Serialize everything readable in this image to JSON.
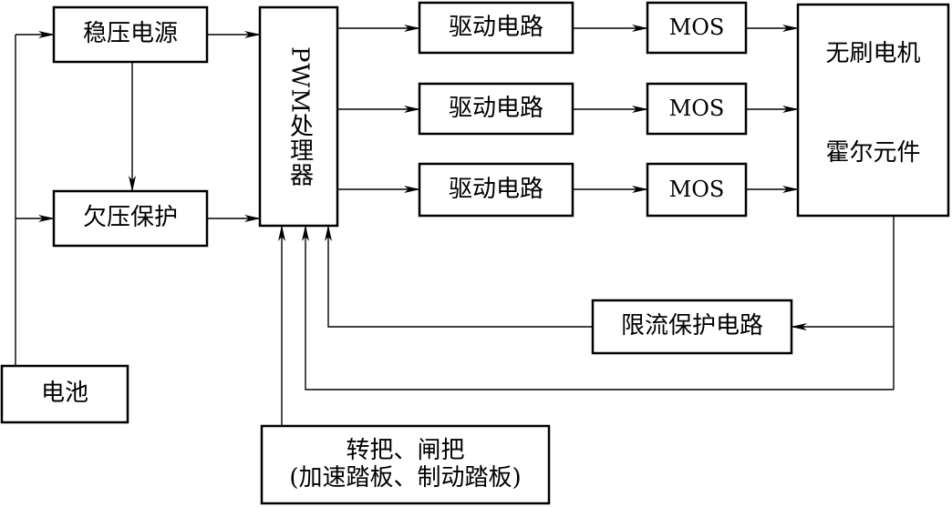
{
  "diagram": {
    "battery": "电池",
    "regulated_power": "稳压电源",
    "undervoltage_protection": "欠压保护",
    "pwm_processor": "PWM处理器",
    "driver_circuit_1": "驱动电路",
    "driver_circuit_2": "驱动电路",
    "driver_circuit_3": "驱动电路",
    "mos_1": "MOS",
    "mos_2": "MOS",
    "mos_3": "MOS",
    "brushless_motor": "无刷电机",
    "hall_element": "霍尔元件",
    "current_limit_protection": "限流保护电路",
    "throttle_brake_line1": "转把、闸把",
    "throttle_brake_line2": "(加速踏板、制动踏板)"
  }
}
